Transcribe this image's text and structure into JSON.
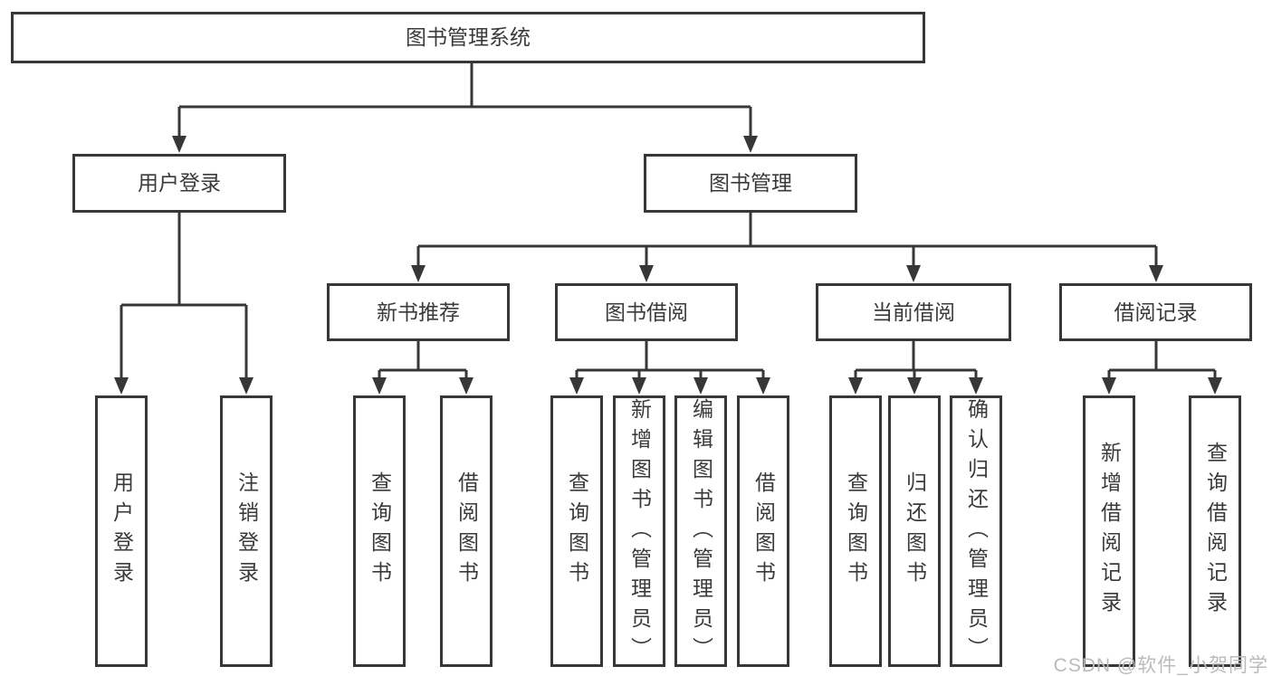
{
  "colors": {
    "line": "#373737",
    "text": "#3a3a3a",
    "watermark": "#bbbbbb",
    "background": "#ffffff"
  },
  "tree": {
    "root": {
      "label": "图书管理系统"
    },
    "login": {
      "label": "用户登录",
      "children": [
        "用户登录",
        "注销登录"
      ]
    },
    "mgmt": {
      "label": "图书管理"
    },
    "groups": [
      {
        "label": "新书推荐",
        "children": [
          "查询图书",
          "借阅图书"
        ]
      },
      {
        "label": "图书借阅",
        "children": [
          "查询图书",
          "新增图书（管理员）",
          "编辑图书（管理员）",
          "借阅图书"
        ]
      },
      {
        "label": "当前借阅",
        "children": [
          "查询图书",
          "归还图书",
          "确认归还（管理员）"
        ]
      },
      {
        "label": "借阅记录",
        "children": [
          "新增借阅记录",
          "查询借阅记录"
        ]
      }
    ]
  },
  "watermark": "CSDN @软件_小贺同学"
}
